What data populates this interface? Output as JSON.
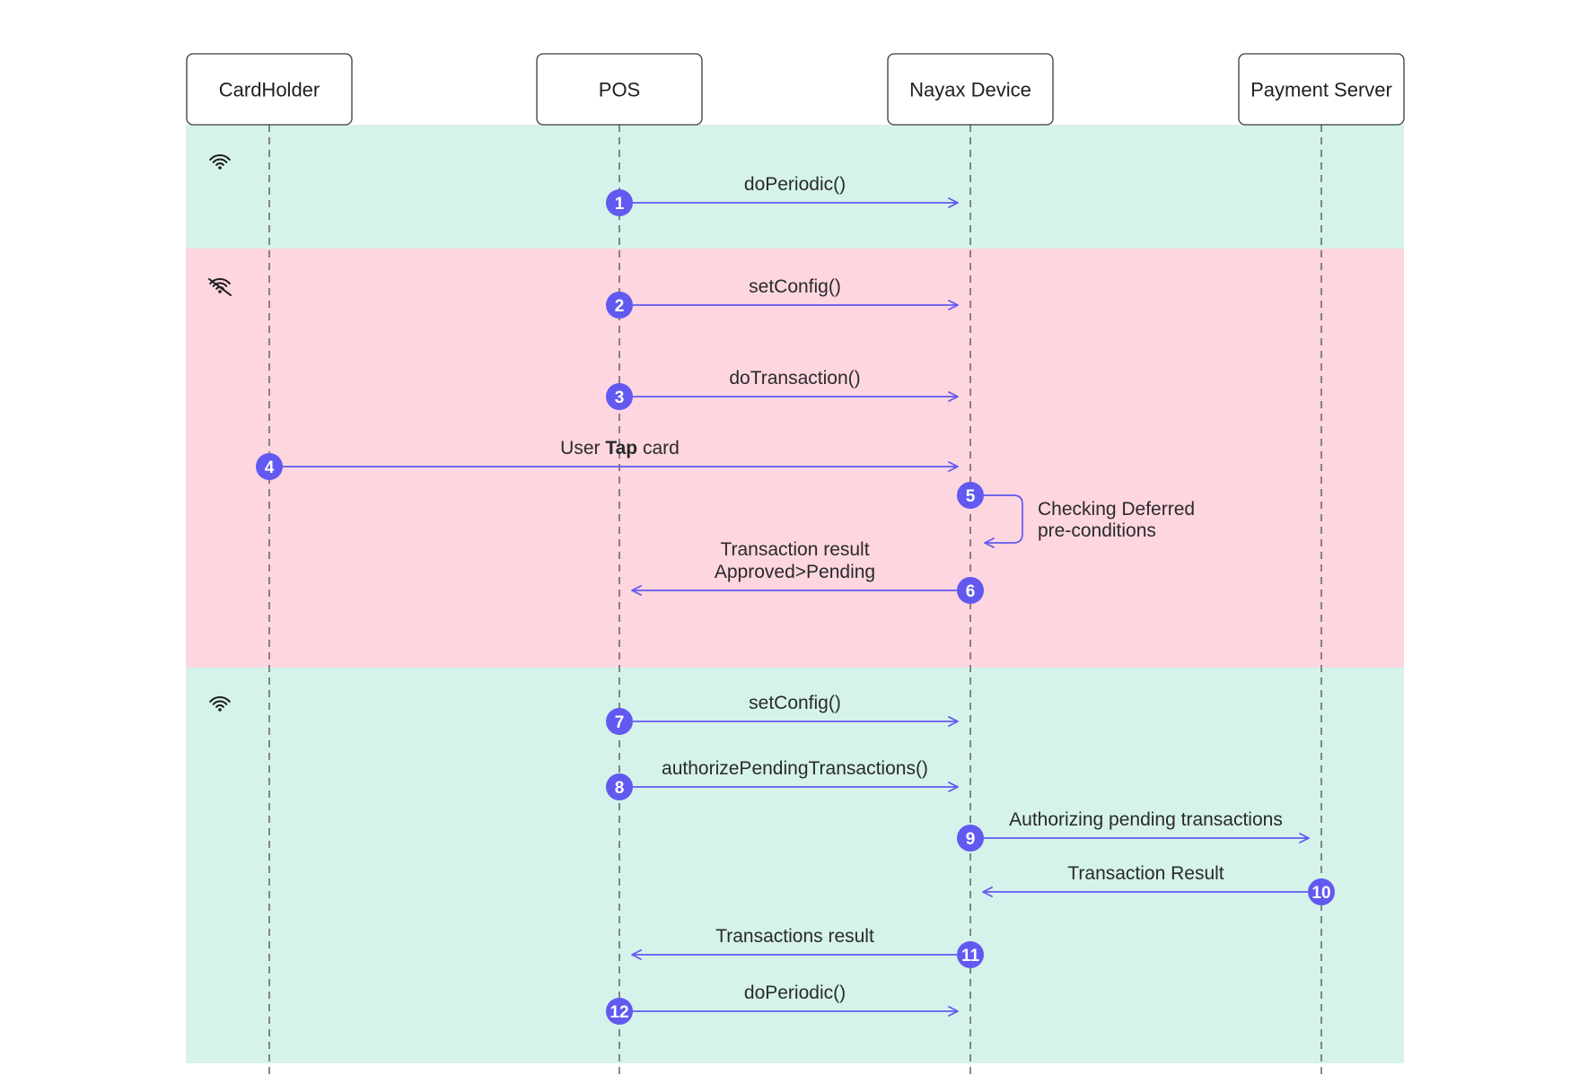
{
  "colors": {
    "online_band": "#d5f3ea",
    "offline_band": "#fdd6df",
    "arrow": "#6159f0",
    "lifeline": "#6b6b6b"
  },
  "actors": [
    {
      "id": "cardholder",
      "label": "CardHolder"
    },
    {
      "id": "pos",
      "label": "POS"
    },
    {
      "id": "device",
      "label": "Nayax Device"
    },
    {
      "id": "server",
      "label": "Payment Server"
    }
  ],
  "phases": [
    {
      "status": "online",
      "icon": "wifi-icon"
    },
    {
      "status": "offline",
      "icon": "wifi-off-icon"
    },
    {
      "status": "online",
      "icon": "wifi-icon"
    }
  ],
  "messages": [
    {
      "step": "1",
      "from": "pos",
      "to": "device",
      "label": [
        "doPeriodic()"
      ]
    },
    {
      "step": "2",
      "from": "pos",
      "to": "device",
      "label": [
        "setConfig()"
      ]
    },
    {
      "step": "3",
      "from": "pos",
      "to": "device",
      "label": [
        "doTransaction()"
      ]
    },
    {
      "step": "4",
      "from": "cardholder",
      "to": "device",
      "label_parts": [
        "User ",
        "Tap",
        " card"
      ]
    },
    {
      "step": "5",
      "from": "device",
      "to": "device",
      "self": true,
      "label": [
        "Checking Deferred",
        "pre-conditions"
      ]
    },
    {
      "step": "6",
      "from": "device",
      "to": "pos",
      "label": [
        "Transaction result",
        "Approved>Pending"
      ]
    },
    {
      "step": "7",
      "from": "pos",
      "to": "device",
      "label": [
        "setConfig()"
      ]
    },
    {
      "step": "8",
      "from": "pos",
      "to": "device",
      "label": [
        "authorizePendingTransactions()"
      ]
    },
    {
      "step": "9",
      "from": "device",
      "to": "server",
      "label": [
        "Authorizing pending transactions"
      ]
    },
    {
      "step": "10",
      "from": "server",
      "to": "device",
      "label": [
        "Transaction Result"
      ]
    },
    {
      "step": "11",
      "from": "device",
      "to": "pos",
      "label": [
        "Transactions result"
      ]
    },
    {
      "step": "12",
      "from": "pos",
      "to": "device",
      "label": [
        "doPeriodic()"
      ]
    }
  ]
}
